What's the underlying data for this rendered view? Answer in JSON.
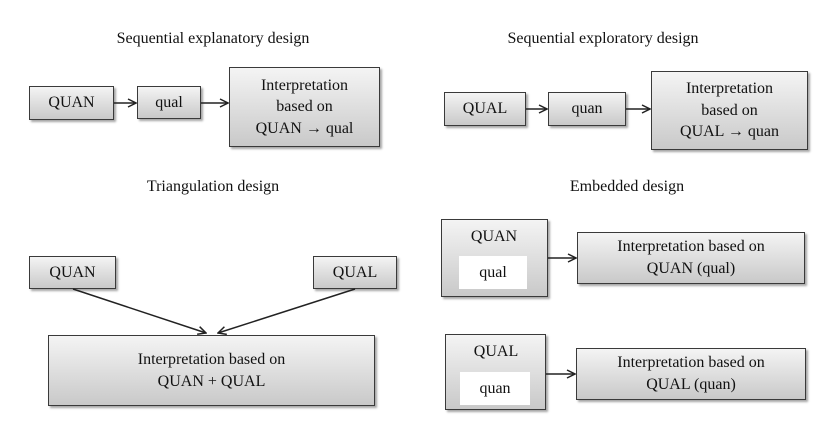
{
  "titles": {
    "sequential_explanatory": "Sequential explanatory design",
    "sequential_exploratory": "Sequential exploratory design",
    "triangulation": "Triangulation design",
    "embedded": "Embedded design"
  },
  "seq_explanatory": {
    "box1": "QUAN",
    "box2": "qual",
    "result": [
      "Interpretation",
      "based on",
      "QUAN → qual"
    ]
  },
  "seq_exploratory": {
    "box1": "QUAL",
    "box2": "quan",
    "result": [
      "Interpretation",
      "based on",
      "QUAL → quan"
    ]
  },
  "triangulation": {
    "left": "QUAN",
    "right": "QUAL",
    "result": [
      "Interpretation based on",
      "QUAN + QUAL"
    ]
  },
  "embedded": {
    "top": {
      "outer": "QUAN",
      "inner": "qual",
      "result": [
        "Interpretation based on",
        "QUAN (qual)"
      ]
    },
    "bottom": {
      "outer": "QUAL",
      "inner": "quan",
      "result": [
        "Interpretation based on",
        "QUAL (quan)"
      ]
    }
  }
}
